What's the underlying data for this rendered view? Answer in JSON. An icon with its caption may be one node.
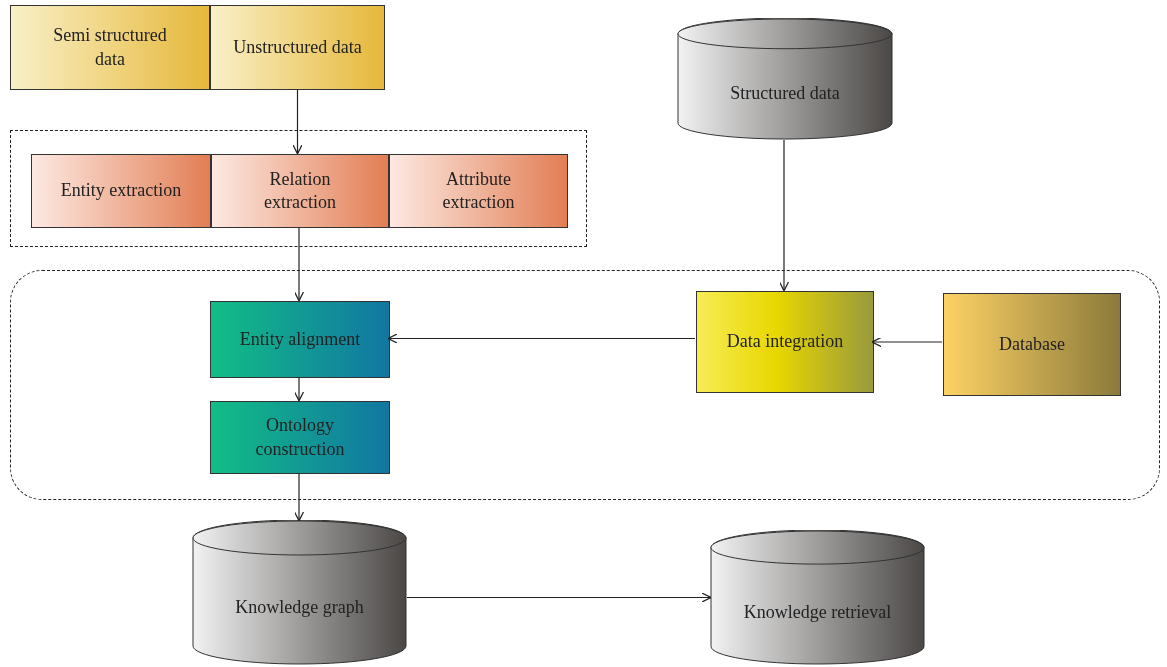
{
  "diagram": {
    "nodes": [
      {
        "text": [
          "Semi structured data"
        ]
      },
      {
        "text": [
          "Unstructured data"
        ]
      },
      {
        "text": [],
        "shape": "box"
      },
      {
        "text": [
          "Entity extraction"
        ],
        "in": 2
      },
      {
        "text": [
          "Relation extraction"
        ],
        "in": 2
      },
      {
        "text": [
          "Attribute extraction"
        ],
        "in": 2
      },
      {
        "text": [
          "Structured data"
        ]
      },
      {
        "text": [],
        "shape": "box"
      },
      {
        "text": [
          "Entity alignment"
        ],
        "in": 7
      },
      {
        "text": [
          "Ontology construction"
        ],
        "in": 7
      },
      {
        "text": [
          "Data integration"
        ],
        "in": 7
      },
      {
        "text": [
          "Database"
        ],
        "in": 7
      },
      {
        "text": [
          "Knowledge graph"
        ]
      },
      {
        "text": [
          "Knowledge retrieval"
        ]
      }
    ],
    "edges": [
      {
        "from": 1,
        "to": 4,
        "arrow": "to"
      },
      {
        "from": 4,
        "to": 8,
        "arrow": "to"
      },
      {
        "from": 6,
        "to": 10,
        "arrow": "to"
      },
      {
        "from": 11,
        "to": 10,
        "arrow": "to"
      },
      {
        "from": 10,
        "to": 8,
        "arrow": "to"
      },
      {
        "from": 8,
        "to": 9,
        "arrow": "to"
      },
      {
        "from": 9,
        "to": 12,
        "arrow": "to"
      },
      {
        "from": 12,
        "to": 13,
        "arrow": "to"
      }
    ]
  }
}
